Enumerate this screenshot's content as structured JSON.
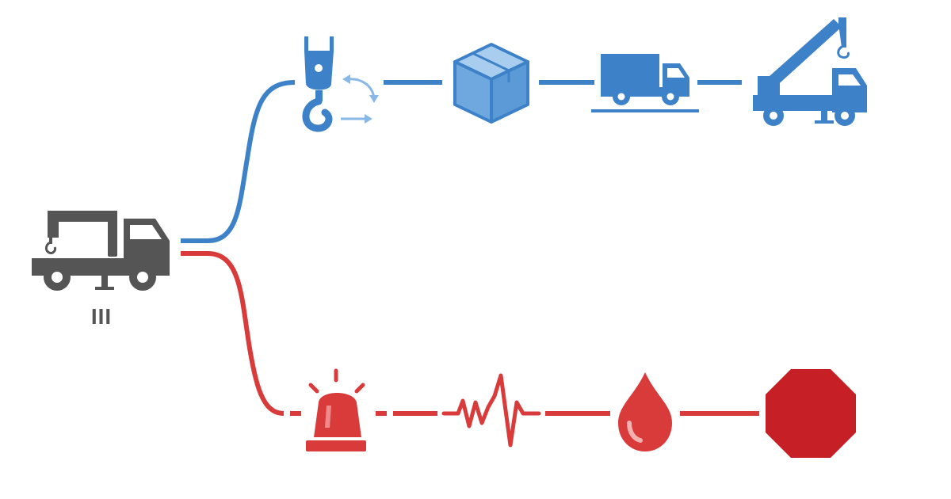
{
  "source_node": {
    "icon": "crane-truck-icon",
    "label": "III",
    "color": "#555555"
  },
  "branches": [
    {
      "name": "upper",
      "color": "#3d82c8",
      "color_light": "#8ab8e6",
      "steps": [
        "crane-hook-icon",
        "package-box-icon",
        "delivery-truck-icon",
        "mobile-crane-icon"
      ]
    },
    {
      "name": "lower",
      "color": "#d93b3b",
      "color_dark": "#c62026",
      "steps": [
        "warning-beacon-icon",
        "heartbeat-pulse-icon",
        "blood-drop-icon",
        "stop-octagon-icon"
      ]
    }
  ]
}
